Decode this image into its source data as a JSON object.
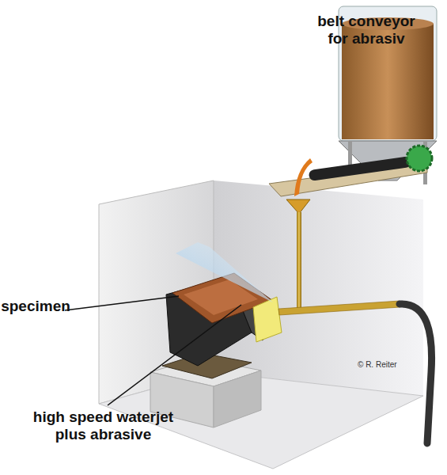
{
  "diagram": {
    "labels": [
      "belt conveyor for abrasiv",
      "specimen",
      "high speed waterjet plus abrasive",
      "© R. Reiter"
    ]
  }
}
